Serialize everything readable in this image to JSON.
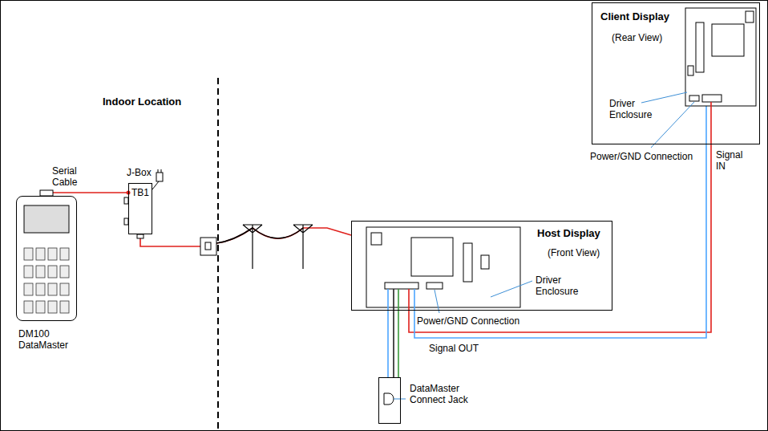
{
  "diagram": {
    "nodes": [
      {
        "text": [
          "DM100 DataMaster"
        ]
      },
      {
        "text": [
          "J-Box",
          "TB1"
        ]
      },
      {
        "text": [
          "Client Display",
          "(Rear View)"
        ]
      },
      {
        "text": [
          "Host Display",
          "(Front View)"
        ]
      },
      {
        "text": [
          "DataMaster Connect Jack"
        ]
      }
    ],
    "edges": [
      {
        "from": 0,
        "to": 1,
        "arrow": "none",
        "label": "Serial Cable"
      },
      {
        "from": 1,
        "to": 3,
        "arrow": "none"
      },
      {
        "from": 3,
        "to": 2,
        "arrow": "none"
      },
      {
        "from": 3,
        "to": 4,
        "arrow": "none"
      }
    ],
    "labels": [
      "Indoor Location",
      "Driver Enclosure",
      "Power/GND Connection",
      "Signal IN",
      "Driver Enclosure",
      "Power/GND Connection",
      "Signal OUT"
    ]
  }
}
